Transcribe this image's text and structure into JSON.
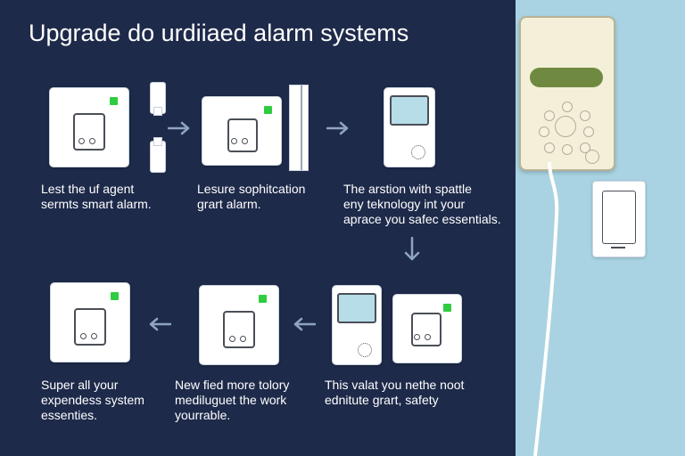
{
  "title": "Upgrade do urdiiaed alarm systems",
  "colors": {
    "background": "#1e2a4a",
    "right_panel": "#a9d3e2",
    "led": "#2ecc40",
    "keypad_display": "#6f8a40",
    "arrow": "#8fa3c2"
  },
  "steps": [
    {
      "caption": "Lest the uf agent\nsermts smart alarm."
    },
    {
      "caption": "Lesure sophitcation\ngrart alarm."
    },
    {
      "caption": "The arstion with spattle\neny teknology int your\naprace you safec essentials."
    },
    {
      "caption": "Super all your\nexpendess system\nessenties."
    },
    {
      "caption": "New fied more tolory\nmediluguet the work\nyourrable."
    },
    {
      "caption": "This valat you nethe noot\nednitute grart, safety"
    }
  ],
  "icons": {
    "flow_arrows": "arrow-icon",
    "sensor": "door-sensor-icon",
    "keypad": "keypad-icon",
    "phone": "phone-icon"
  }
}
